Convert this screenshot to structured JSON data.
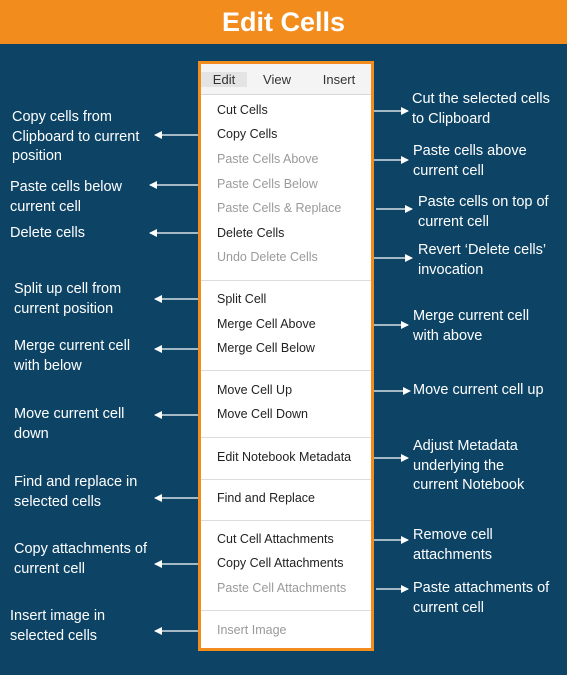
{
  "title": "Edit Cells",
  "colors": {
    "background": "#0d4466",
    "accent": "#f28c1c",
    "menu_bg": "#ffffff"
  },
  "menubar": {
    "items": [
      "Edit",
      "View",
      "Insert"
    ],
    "active": "Edit"
  },
  "menu_items": [
    {
      "label": "Cut Cells",
      "enabled": true
    },
    {
      "label": "Copy Cells",
      "enabled": true
    },
    {
      "label": "Paste Cells Above",
      "enabled": false
    },
    {
      "label": "Paste Cells Below",
      "enabled": false
    },
    {
      "label": "Paste Cells & Replace",
      "enabled": false
    },
    {
      "label": "Delete Cells",
      "enabled": true
    },
    {
      "label": "Undo Delete Cells",
      "enabled": false
    },
    {
      "label": "Split Cell",
      "enabled": true
    },
    {
      "label": "Merge Cell Above",
      "enabled": true
    },
    {
      "label": "Merge Cell Below",
      "enabled": true
    },
    {
      "label": "Move Cell Up",
      "enabled": true
    },
    {
      "label": "Move Cell Down",
      "enabled": true
    },
    {
      "label": "Edit Notebook Metadata",
      "enabled": true
    },
    {
      "label": "Find and Replace",
      "enabled": true
    },
    {
      "label": "Cut Cell Attachments",
      "enabled": true
    },
    {
      "label": "Copy Cell Attachments",
      "enabled": true
    },
    {
      "label": "Paste Cell Attachments",
      "enabled": false
    },
    {
      "label": "Insert Image",
      "enabled": false
    }
  ],
  "left_labels": [
    [
      "Copy cells from",
      "Clipboard to current",
      "position"
    ],
    [
      "Paste cells below",
      "current cell"
    ],
    [
      "Delete cells"
    ],
    [
      "Split up cell from",
      "current  position"
    ],
    [
      "Merge current cell",
      "with below"
    ],
    [
      "Move current  cell",
      "down"
    ],
    [
      "Find and replace in",
      "selected cells"
    ],
    [
      "Copy attachments of",
      "current cell"
    ],
    [
      "Insert image in",
      "selected cells"
    ]
  ],
  "right_labels": [
    [
      "Cut the selected cells",
      "to Clipboard"
    ],
    [
      "Paste cells above",
      "current cell"
    ],
    [
      "Paste cells on top of",
      "current cell"
    ],
    [
      "Revert ‘Delete cells’",
      "invocation"
    ],
    [
      "Merge current  cell",
      "with above"
    ],
    [
      "Move current  cell up"
    ],
    [
      "Adjust Metadata",
      "underlying  the",
      "current Notebook"
    ],
    [
      "Remove cell",
      "attachments"
    ],
    [
      "Paste attachments  of",
      "current cell"
    ]
  ]
}
